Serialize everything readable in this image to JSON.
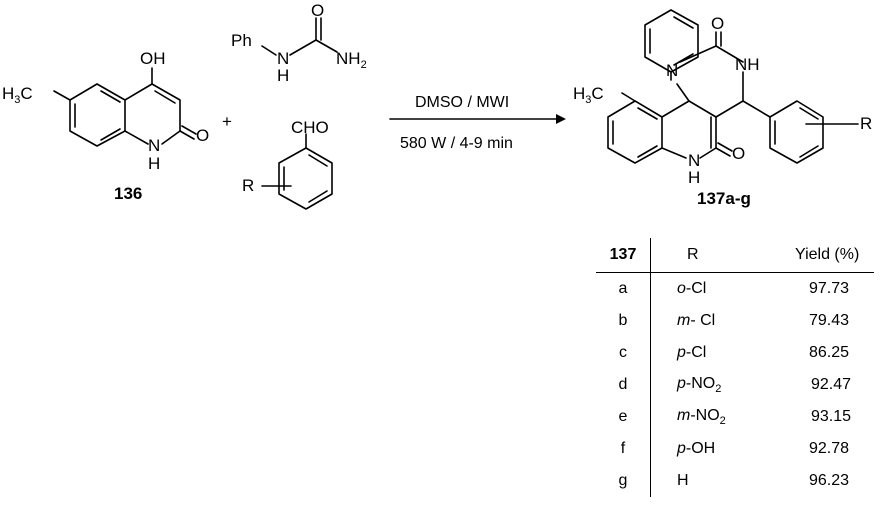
{
  "reactant_136": {
    "label": "136",
    "substituent_left": "H3C",
    "hydroxyl": "OH",
    "ring_nh": "N",
    "ring_h": "H",
    "carbonyl_o": "O"
  },
  "plus_sign": "+",
  "urea": {
    "ph": "Ph",
    "n": "N",
    "h": "H",
    "o": "O",
    "nh2": "NH2"
  },
  "aldehyde": {
    "cho": "CHO",
    "r": "R"
  },
  "conditions": {
    "line1": "DMSO / MWI",
    "line2": "580 W / 4-9 min"
  },
  "product_137": {
    "label": "137a-g",
    "substituent_left": "H3C",
    "n1": "N",
    "o_top": "O",
    "nh_right": "NH",
    "nh_bottom": "N",
    "h_bottom": "H",
    "o_bottom": "O",
    "r": "R"
  },
  "table": {
    "headers": [
      "137",
      "R",
      "Yield (%)"
    ],
    "rows": [
      {
        "id": "a",
        "prefix": "o",
        "rest": "-Cl",
        "yield": "97.73"
      },
      {
        "id": "b",
        "prefix": "m",
        "rest": "- Cl",
        "yield": "79.43"
      },
      {
        "id": "c",
        "prefix": "p",
        "rest": "-Cl",
        "yield": "86.25"
      },
      {
        "id": "d",
        "prefix": "p",
        "rest": "-NO2",
        "yield": "92.47"
      },
      {
        "id": "e",
        "prefix": "m",
        "rest": "-NO2",
        "yield": "93.15"
      },
      {
        "id": "f",
        "prefix": "p",
        "rest": "-OH",
        "yield": "92.78"
      },
      {
        "id": "g",
        "prefix": "",
        "rest": "H",
        "yield": "96.23"
      }
    ]
  }
}
